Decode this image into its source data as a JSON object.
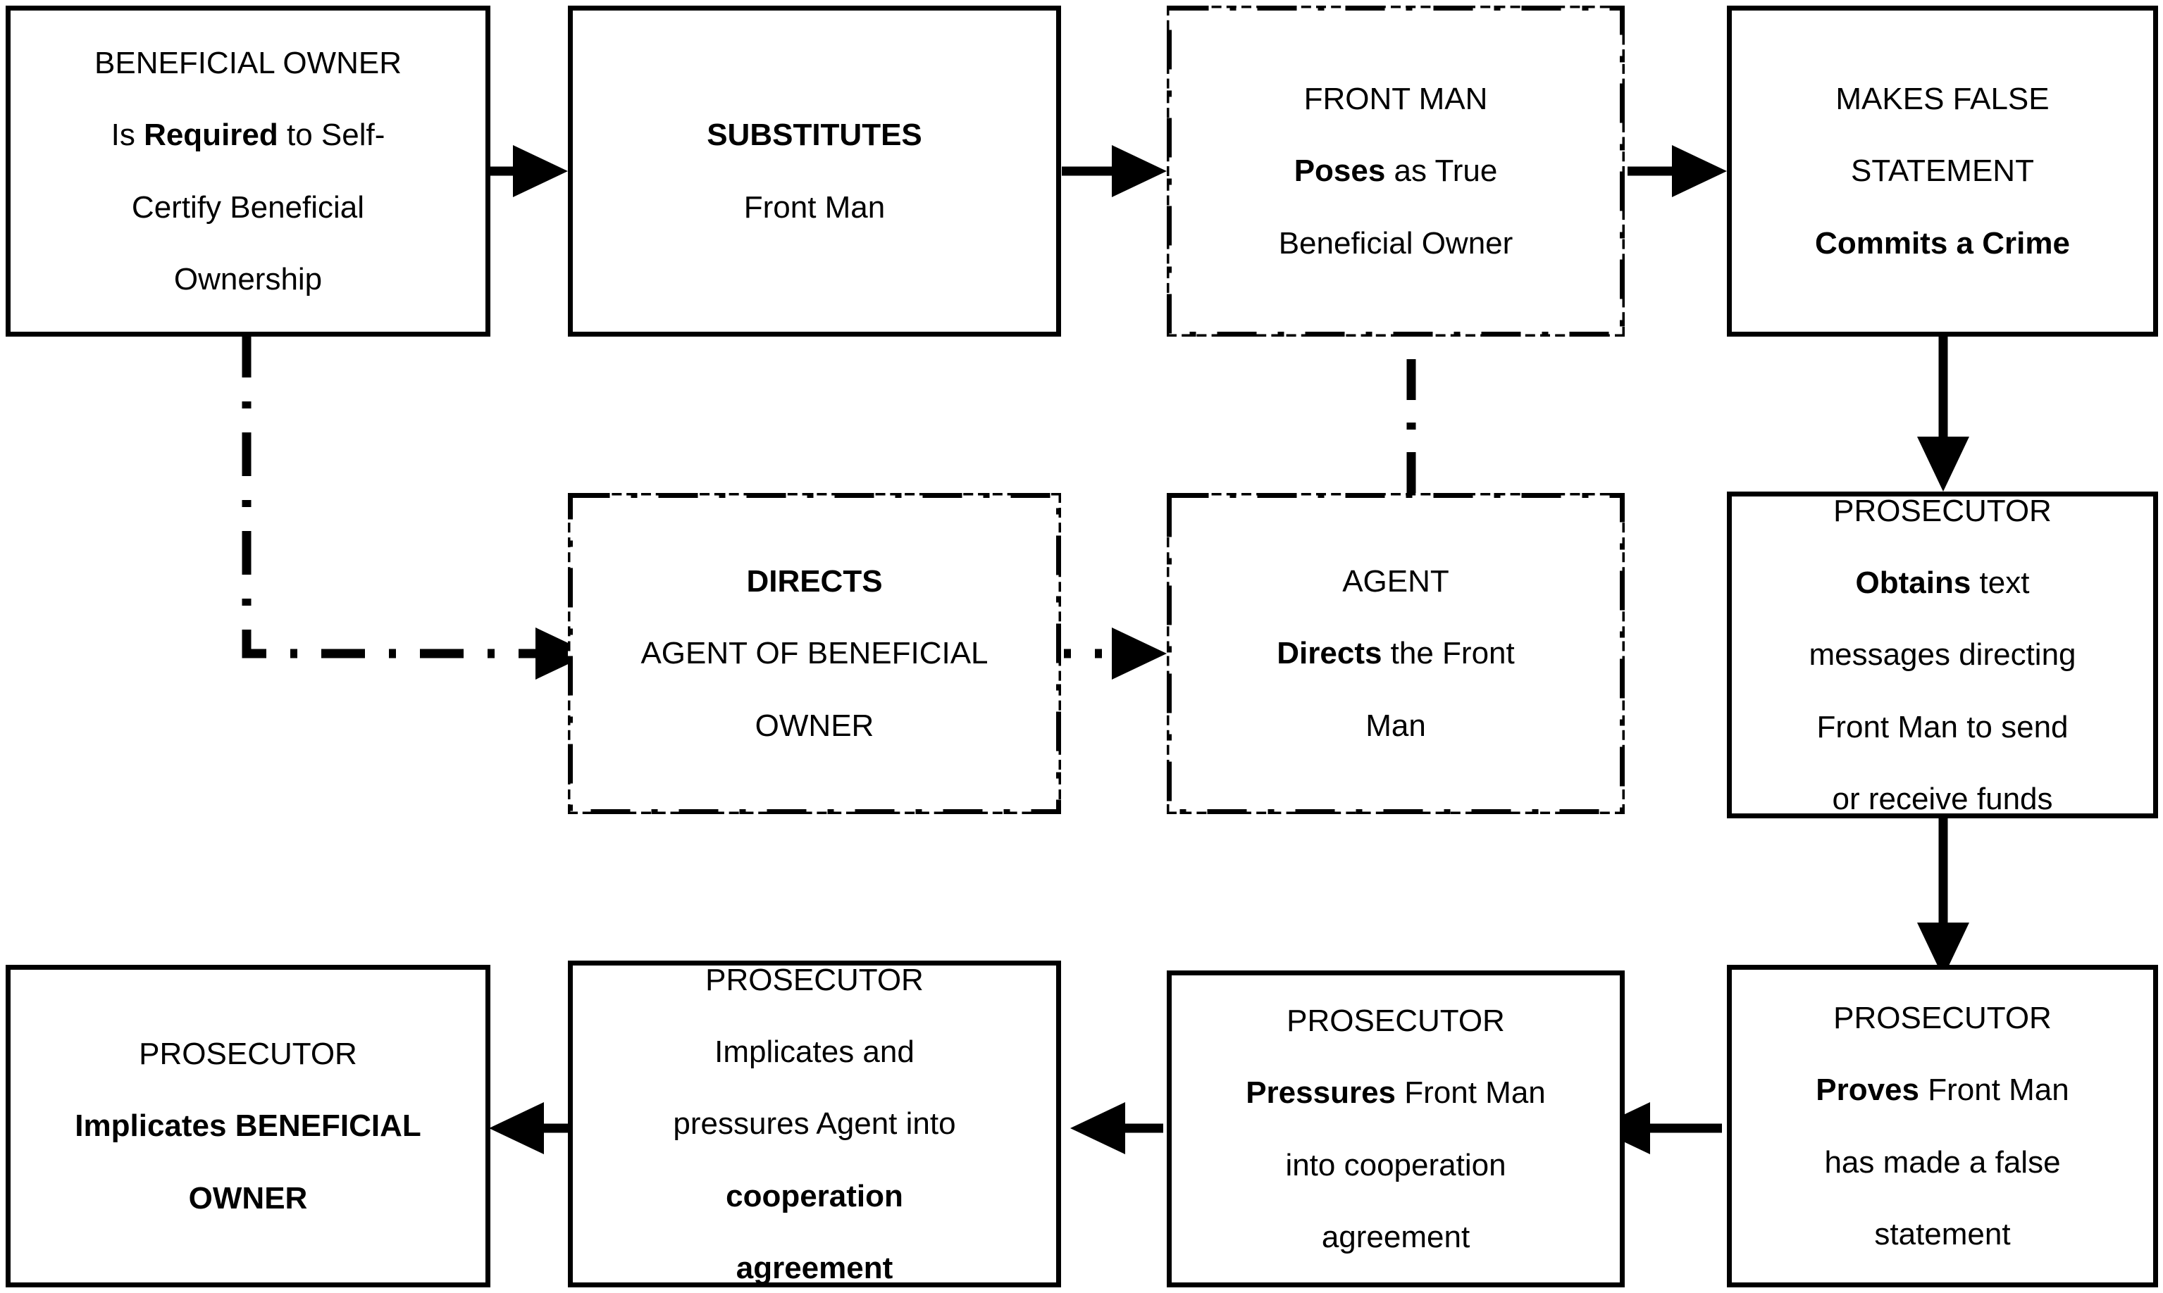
{
  "diagram": {
    "title": "Beneficial Owner / Front Man Prosecution Flow",
    "stroke_color": "#000000",
    "background_color": "#ffffff",
    "nodes": [
      {
        "id": "beneficial-owner",
        "border": "solid",
        "lines": [
          {
            "text": "BENEFICIAL OWNER",
            "bold": false
          },
          {
            "text": "Is ",
            "bold": false
          },
          {
            "text": "Required",
            "bold": true
          },
          {
            "text": " to Self-Certify Beneficial Ownership",
            "bold": false
          }
        ],
        "plain": "BENEFICIAL OWNER\nIs Required to Self-Certify Beneficial Ownership"
      },
      {
        "id": "substitutes",
        "border": "solid",
        "plain": "SUBSTITUTES\nFront Man"
      },
      {
        "id": "front-man",
        "border": "dash-dot",
        "plain": "FRONT MAN\nPoses as True Beneficial Owner"
      },
      {
        "id": "makes-false-statement",
        "border": "solid",
        "plain": "MAKES FALSE STATEMENT\nCommits a Crime"
      },
      {
        "id": "directs-agent",
        "border": "dash-dot",
        "plain": "DIRECTS\nAGENT OF BENEFICIAL OWNER"
      },
      {
        "id": "agent",
        "border": "dash-dot",
        "plain": "AGENT\nDirects the Front Man"
      },
      {
        "id": "prosecutor-obtains",
        "border": "solid",
        "plain": "PROSECUTOR\nObtains text messages directing Front Man to send or receive funds"
      },
      {
        "id": "prosecutor-proves",
        "border": "solid",
        "plain": "PROSECUTOR\nProves Front Man has made a false statement"
      },
      {
        "id": "prosecutor-pressures",
        "border": "solid",
        "plain": "PROSECUTOR\nPressures Front Man into cooperation agreement"
      },
      {
        "id": "prosecutor-implicates-agent",
        "border": "solid",
        "plain": "PROSECUTOR\nImplicates and pressures Agent into cooperation agreement"
      },
      {
        "id": "prosecutor-implicates-bo",
        "border": "solid",
        "plain": "PROSECUTOR\nImplicates BENEFICIAL OWNER"
      }
    ],
    "connectors": [
      {
        "from": "beneficial-owner",
        "to": "substitutes",
        "style": "solid",
        "direction": "right"
      },
      {
        "from": "substitutes",
        "to": "front-man",
        "style": "solid",
        "direction": "right"
      },
      {
        "from": "front-man",
        "to": "makes-false-statement",
        "style": "solid",
        "direction": "right"
      },
      {
        "from": "makes-false-statement",
        "to": "prosecutor-obtains",
        "style": "solid",
        "direction": "down"
      },
      {
        "from": "prosecutor-obtains",
        "to": "prosecutor-proves",
        "style": "solid",
        "direction": "down"
      },
      {
        "from": "prosecutor-proves",
        "to": "prosecutor-pressures",
        "style": "solid",
        "direction": "left"
      },
      {
        "from": "prosecutor-pressures",
        "to": "prosecutor-implicates-agent",
        "style": "solid",
        "direction": "left"
      },
      {
        "from": "prosecutor-implicates-agent",
        "to": "prosecutor-implicates-bo",
        "style": "solid",
        "direction": "left"
      },
      {
        "from": "beneficial-owner",
        "to": "directs-agent",
        "style": "dash-dot",
        "direction": "down-right"
      },
      {
        "from": "directs-agent",
        "to": "agent",
        "style": "dash-dot",
        "direction": "right"
      },
      {
        "from": "agent",
        "to": "front-man",
        "style": "dash-dot",
        "direction": "up"
      }
    ]
  },
  "boxes": {
    "beneficial_owner": {
      "line1": "BENEFICIAL OWNER",
      "line2_pre": "Is ",
      "line2_bold": "Required",
      "line2_post": " to Self-",
      "line3": "Certify Beneficial",
      "line4": "Ownership"
    },
    "substitutes": {
      "line1_bold": "SUBSTITUTES",
      "line2": "Front Man"
    },
    "front_man": {
      "line1": "FRONT MAN",
      "line2_bold": "Poses",
      "line2_post": " as True",
      "line3": "Beneficial Owner"
    },
    "makes_false_statement": {
      "line1": "MAKES FALSE",
      "line2": "STATEMENT",
      "line3_bold": "Commits a Crime"
    },
    "directs_agent": {
      "line1_bold": "DIRECTS",
      "line2": "AGENT OF BENEFICIAL",
      "line3": "OWNER"
    },
    "agent": {
      "line1": "AGENT",
      "line2_bold": "Directs",
      "line2_post": " the Front",
      "line3": "Man"
    },
    "prosecutor_obtains": {
      "line1": "PROSECUTOR",
      "line2_bold": "Obtains",
      "line2_post": " text",
      "line3": "messages directing",
      "line4": "Front Man to send",
      "line5": "or receive funds"
    },
    "prosecutor_proves": {
      "line1": "PROSECUTOR",
      "line2_bold": "Proves",
      "line2_post": " Front Man",
      "line3": "has made a false",
      "line4": "statement"
    },
    "prosecutor_pressures": {
      "line1": "PROSECUTOR",
      "line2_bold": "Pressures",
      "line2_post": " Front Man",
      "line3": "into cooperation",
      "line4": "agreement"
    },
    "prosecutor_implicates_agent": {
      "line1": "PROSECUTOR",
      "line2": "Implicates and",
      "line3": "pressures Agent into",
      "line4_bold": "cooperation",
      "line5_bold": "agreement"
    },
    "prosecutor_implicates_bo": {
      "line1": "PROSECUTOR",
      "line2_bold": "Implicates BENEFICIAL",
      "line3_bold": "OWNER"
    }
  }
}
